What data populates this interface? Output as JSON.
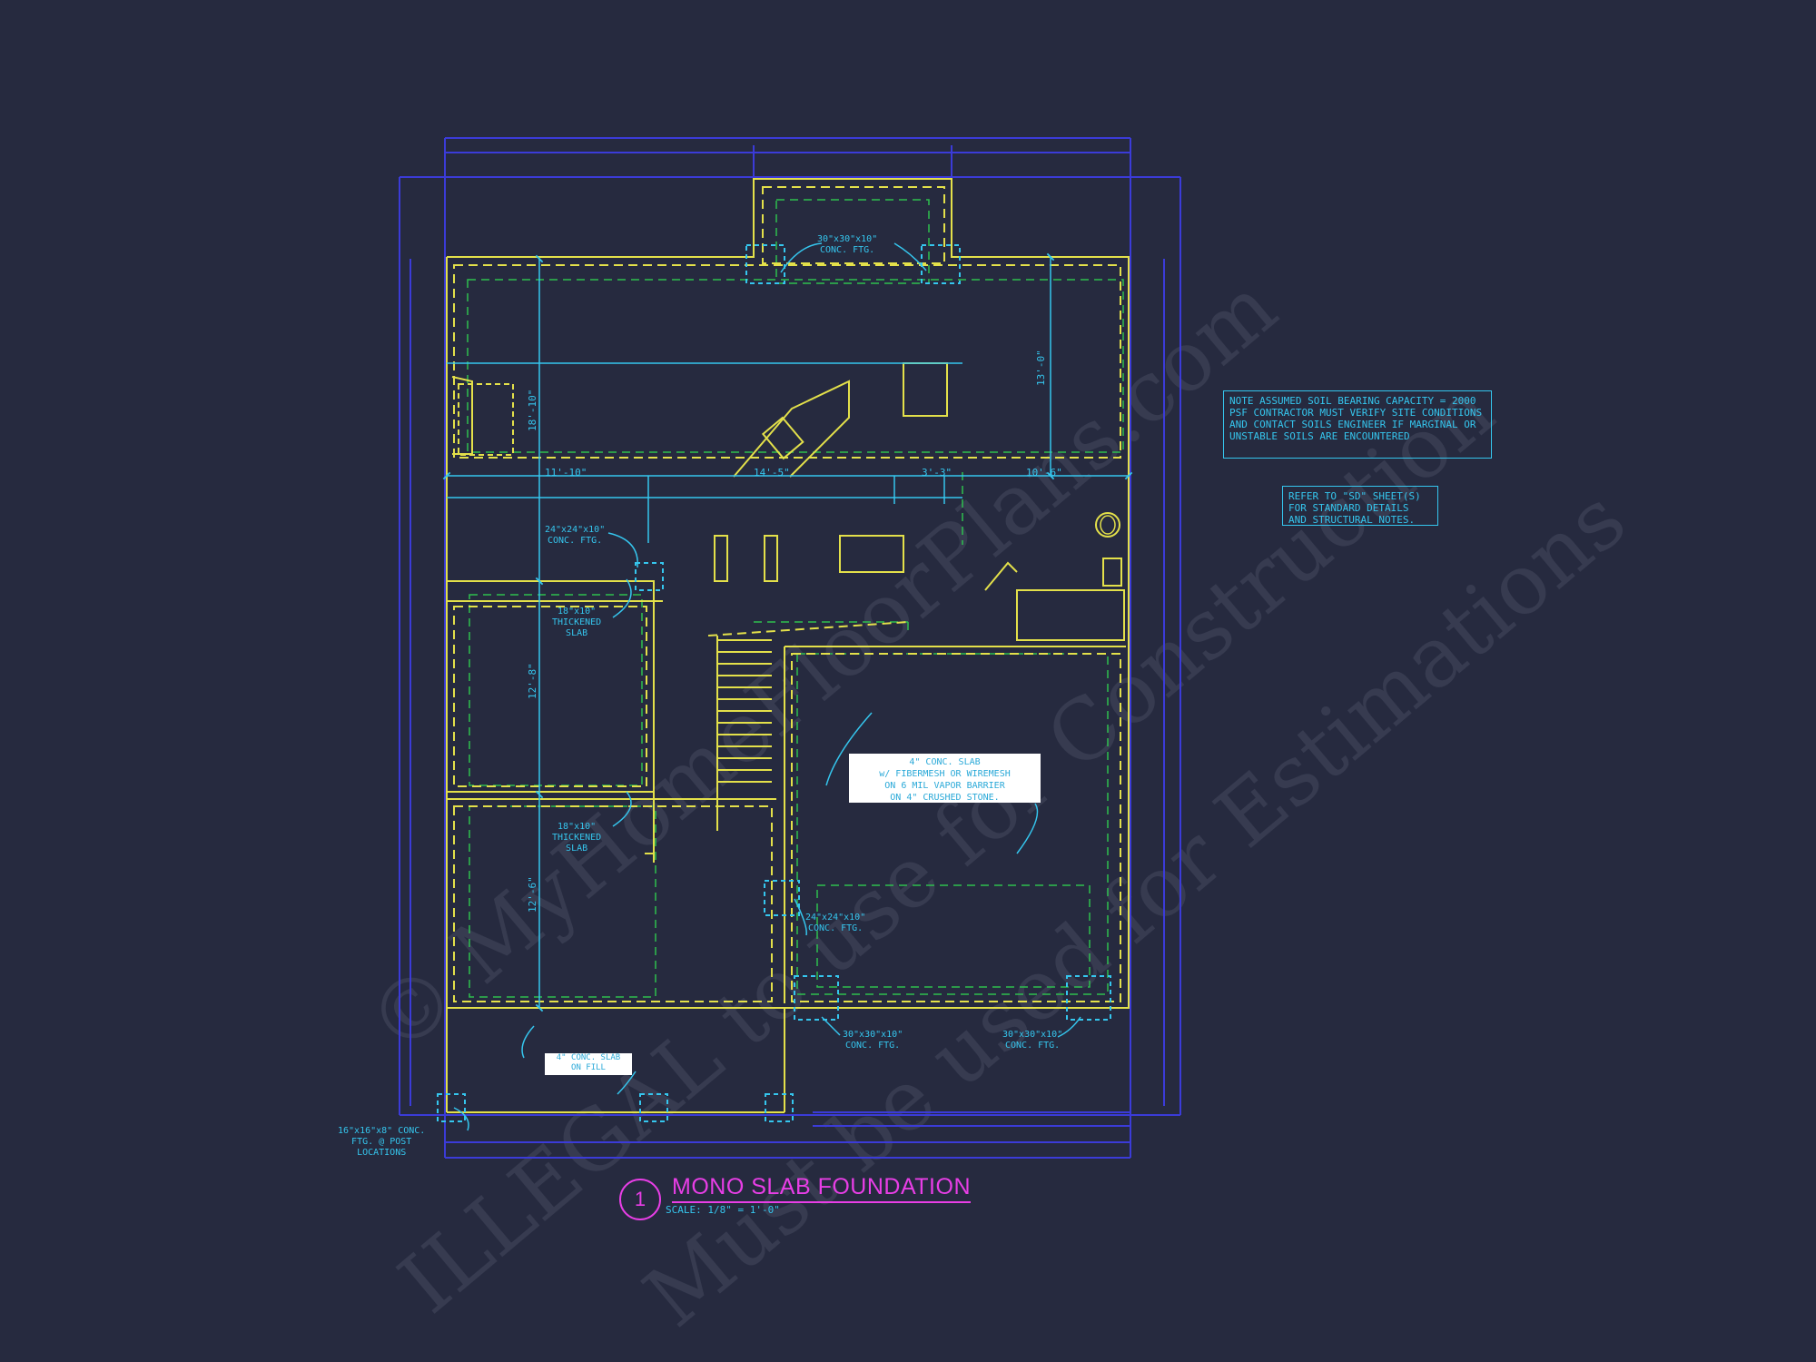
{
  "title": "MONO SLAB FOUNDATION",
  "detail_number": "1",
  "scale": "SCALE: 1/8\" = 1'-0\"",
  "notes": {
    "soil": "NOTE ASSUMED SOIL BEARING CAPACITY = 2000\nPSF CONTRACTOR MUST VERIFY SITE CONDITIONS\nAND CONTACT SOILS ENGINEER IF MARGINAL OR\nUNSTABLE SOILS ARE ENCOUNTERED",
    "refer": "REFER TO \"SD\" SHEET(S)\nFOR STANDARD DETAILS\nAND STRUCTURAL NOTES."
  },
  "labels": {
    "ftg_top": "30\"x30\"x10\"\nCONC. FTG.",
    "ftg_24_left": "24\"x24\"x10\"\nCONC. FTG.",
    "thick_slab_1": "18\"x10\"\nTHICKENED\nSLAB",
    "thick_slab_2": "18\"x10\"\nTHICKENED\nSLAB",
    "slab_main": "4\" CONC. SLAB\nw/ FIBERMESH OR WIREMESH\nON 6 MIL VAPOR BARRIER\nON 4\" CRUSHED STONE.",
    "ftg_24_garage": "24\"x24\"x10\"\nCONC. FTG.",
    "ftg_30_a": "30\"x30\"x10\"\nCONC. FTG.",
    "ftg_30_b": "30\"x30\"x10\"\nCONC. FTG.",
    "slab_fill": "4\" CONC. SLAB\nON FILL",
    "post_ftg": "16\"x16\"x8\" CONC.\nFTG. @ POST\nLOCATIONS"
  },
  "dimensions": {
    "d_11_10": "11'-10\"",
    "d_14_5": "14'-5\"",
    "d_3_3": "3'-3\"",
    "d_10_6": "10'-6\"",
    "d_13_0": "13'-0\"",
    "d_18_10": "18'-10\"",
    "d_12_8": "12'-8\"",
    "d_12_6": "12'-6\""
  },
  "watermark": {
    "line1": "© MyHomeFloorPlans.com",
    "line2": "ILLEGAL to use for Construction",
    "line3": "Must be used for Estimations"
  },
  "colors": {
    "background": "#262a3f",
    "wall": "#e3e04a",
    "hidden": "#2fbf4f",
    "dimension": "#35c6ee",
    "blue_line": "#3b3bd8",
    "title": "#e83ee6"
  }
}
